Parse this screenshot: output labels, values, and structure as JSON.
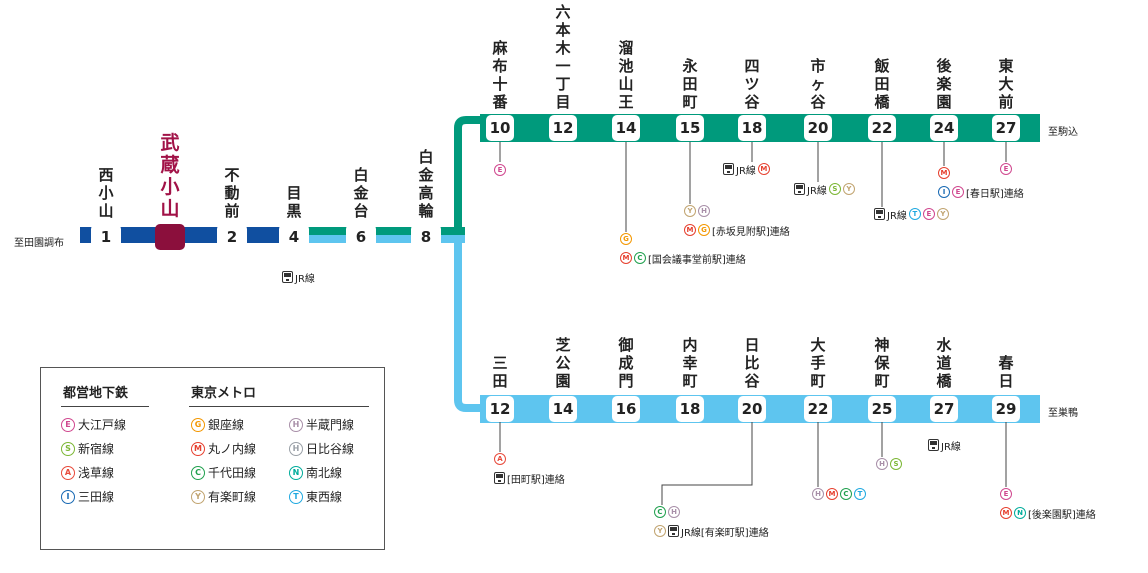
{
  "colors": {
    "namboku": "#009a7c",
    "mita_to_right": "#0f6ab2",
    "mita_left_dark": "#104fa0",
    "mita_light": "#5ec5ef",
    "highlight": "#8b0f3c",
    "lines": {
      "E": "#d0488f",
      "S": "#7cb735",
      "A": "#e84a3b",
      "I": "#1869b3",
      "G": "#f39700",
      "M": "#e6402f",
      "C": "#20a04e",
      "Y": "#c1a470",
      "T": "#20a9e0",
      "H": "#a88fa8",
      "HH": "#9aa0a7",
      "N": "#00ac9b"
    }
  },
  "main": {
    "end_label": "至田園調布",
    "stations": [
      {
        "number": "",
        "name": "武蔵小山",
        "highlight": true
      },
      {
        "number": "1",
        "name": "西小山"
      },
      {
        "number": "2",
        "name": "不動前"
      },
      {
        "number": "4",
        "name": "目黒"
      },
      {
        "number": "6",
        "name": "白金台"
      },
      {
        "number": "8",
        "name": "白金高輪"
      }
    ],
    "transfers": [
      {
        "station": "4",
        "rows": [
          [
            {
              "jr": true
            },
            {
              "text": "JR線"
            }
          ]
        ]
      }
    ]
  },
  "namboku": {
    "end_label": "至駒込",
    "stations": [
      {
        "number": "10",
        "name": "麻布十番"
      },
      {
        "number": "12",
        "name": "六本木一丁目"
      },
      {
        "number": "14",
        "name": "溜池山王"
      },
      {
        "number": "15",
        "name": "永田町"
      },
      {
        "number": "18",
        "name": "四ツ谷"
      },
      {
        "number": "20",
        "name": "市ヶ谷"
      },
      {
        "number": "22",
        "name": "飯田橋"
      },
      {
        "number": "24",
        "name": "後楽園"
      },
      {
        "number": "27",
        "name": "東大前"
      }
    ],
    "transfers": [
      {
        "station": "10",
        "rows": [
          [
            {
              "code": "E"
            }
          ]
        ]
      },
      {
        "station": "14",
        "rows": [
          [
            {
              "code": "G"
            }
          ],
          [
            {
              "code": "M"
            },
            {
              "code": "C"
            },
            {
              "text": "[国会議事堂前駅]連絡"
            }
          ]
        ]
      },
      {
        "station": "15",
        "rows": [
          [
            {
              "code": "Y"
            },
            {
              "code": "H"
            }
          ],
          [
            {
              "code": "M"
            },
            {
              "code": "G"
            },
            {
              "text": "[赤坂見附駅]連絡"
            }
          ]
        ]
      },
      {
        "station": "18",
        "rows": [
          [
            {
              "jr": true
            },
            {
              "text": "JR線"
            },
            {
              "code": "M"
            }
          ]
        ]
      },
      {
        "station": "20",
        "rows": [
          [
            {
              "jr": true
            },
            {
              "text": "JR線"
            },
            {
              "code": "S"
            },
            {
              "code": "Y"
            }
          ]
        ]
      },
      {
        "station": "22",
        "rows": [
          [
            {
              "jr": true
            },
            {
              "text": "JR線"
            },
            {
              "code": "T"
            },
            {
              "code": "E"
            },
            {
              "code": "Y"
            }
          ]
        ]
      },
      {
        "station": "24",
        "rows": [
          [
            {
              "code": "M"
            }
          ],
          [
            {
              "code": "I"
            },
            {
              "code": "E"
            },
            {
              "text": "[春日駅]連絡"
            }
          ]
        ]
      },
      {
        "station": "27",
        "rows": [
          [
            {
              "code": "E"
            }
          ]
        ]
      }
    ]
  },
  "mita": {
    "end_label": "至巣鴨",
    "stations": [
      {
        "number": "12",
        "name": "三田"
      },
      {
        "number": "14",
        "name": "芝公園"
      },
      {
        "number": "16",
        "name": "御成門"
      },
      {
        "number": "18",
        "name": "内幸町"
      },
      {
        "number": "20",
        "name": "日比谷"
      },
      {
        "number": "22",
        "name": "大手町"
      },
      {
        "number": "25",
        "name": "神保町"
      },
      {
        "number": "27",
        "name": "水道橋"
      },
      {
        "number": "29",
        "name": "春日"
      }
    ],
    "transfers": [
      {
        "station": "12",
        "rows": [
          [
            {
              "code": "A"
            }
          ],
          [
            {
              "jr": true
            },
            {
              "text": "[田町駅]連絡"
            }
          ]
        ]
      },
      {
        "station": "20",
        "rows": [
          [
            {
              "code": "C"
            },
            {
              "code": "H"
            }
          ],
          [
            {
              "code": "Y"
            },
            {
              "jr": true
            },
            {
              "text": "JR線[有楽町駅]連絡"
            }
          ]
        ]
      },
      {
        "station": "22",
        "rows": [
          [
            {
              "code": "H"
            },
            {
              "code": "M"
            },
            {
              "code": "C"
            },
            {
              "code": "T"
            }
          ]
        ]
      },
      {
        "station": "25",
        "rows": [
          [
            {
              "code": "H"
            },
            {
              "code": "S"
            }
          ]
        ]
      },
      {
        "station": "27",
        "rows": [
          [
            {
              "jr": true
            },
            {
              "text": "JR線"
            }
          ]
        ]
      },
      {
        "station": "29",
        "rows": [
          [
            {
              "code": "E"
            }
          ],
          [
            {
              "code": "M"
            },
            {
              "code": "N"
            },
            {
              "text": "[後楽園駅]連絡"
            }
          ]
        ]
      }
    ]
  },
  "legend": {
    "toei": {
      "heading": "都営地下鉄",
      "items": [
        {
          "code": "E",
          "label": "大江戸線"
        },
        {
          "code": "S",
          "label": "新宿線"
        },
        {
          "code": "A",
          "label": "浅草線"
        },
        {
          "code": "I",
          "label": "三田線"
        }
      ]
    },
    "metro": {
      "heading": "東京メトロ",
      "items": [
        {
          "code": "G",
          "label": "銀座線"
        },
        {
          "code": "H",
          "label": "半蔵門線"
        },
        {
          "code": "M",
          "label": "丸ノ内線"
        },
        {
          "code": "HH",
          "glyph": "H",
          "label": "日比谷線"
        },
        {
          "code": "C",
          "label": "千代田線"
        },
        {
          "code": "N",
          "label": "南北線"
        },
        {
          "code": "Y",
          "label": "有楽町線"
        },
        {
          "code": "T",
          "label": "東西線"
        }
      ]
    }
  }
}
